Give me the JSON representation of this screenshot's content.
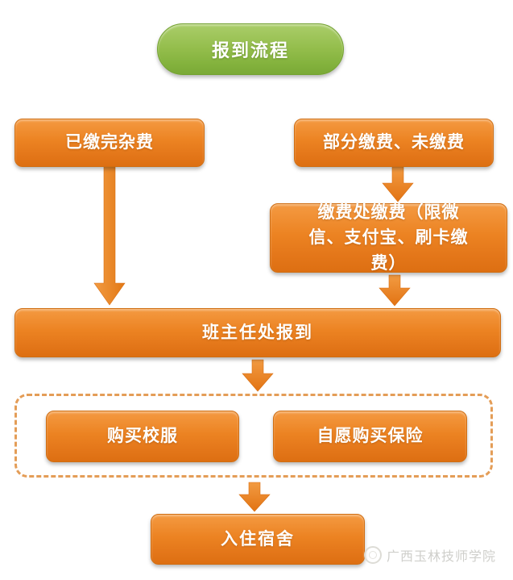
{
  "flowchart": {
    "start": {
      "label": "报到流程"
    },
    "nodes": {
      "paid_full": {
        "label": "已缴完杂费"
      },
      "partial_unpaid": {
        "label": "部分缴费、未缴费"
      },
      "pay_office": {
        "label": "缴费处缴费（限微信、支付宝、刷卡缴费）"
      },
      "register_teacher": {
        "label": "班主任处报到"
      },
      "buy_uniform": {
        "label": "购买校服"
      },
      "buy_insurance": {
        "label": "自愿购买保险"
      },
      "dormitory": {
        "label": "入住宿舍"
      }
    },
    "watermark": {
      "label": "广西玉林技师学院"
    },
    "colors": {
      "node_orange": "#EC8322",
      "node_orange_dark": "#DD6F12",
      "start_green": "#93BD4B",
      "dashed_border": "#E49D57",
      "arrow_orange": "#EA8124",
      "watermark_gray": "#CFCFCB"
    }
  }
}
